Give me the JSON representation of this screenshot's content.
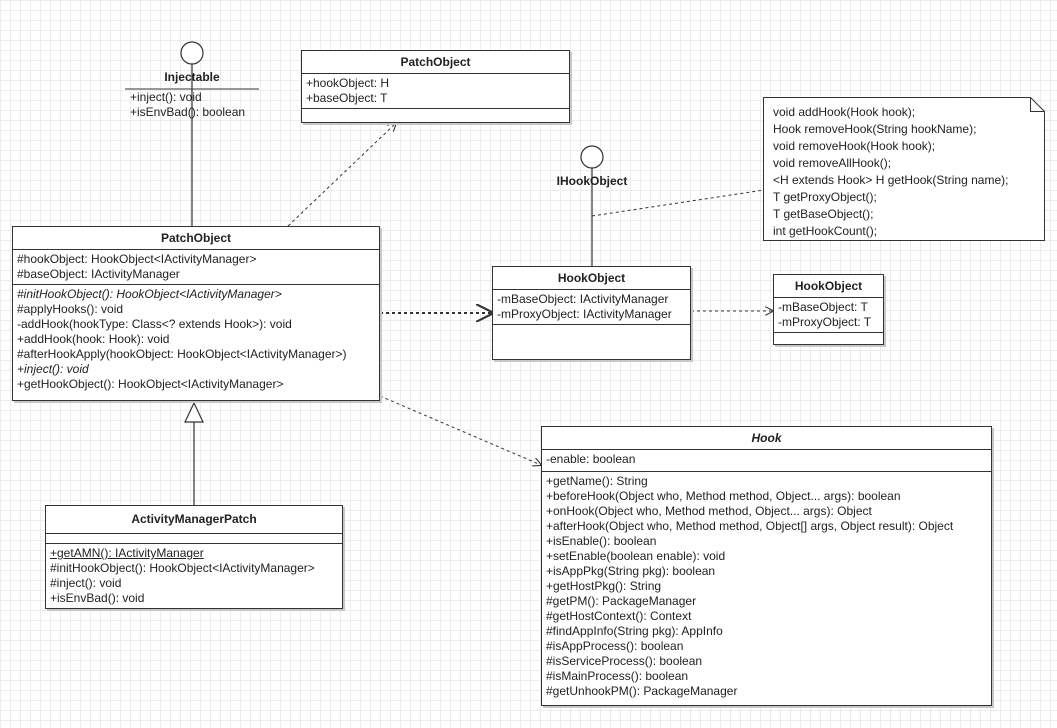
{
  "injectable": {
    "name": "Injectable",
    "methods": [
      "+inject(): void",
      "+isEnvBad(): boolean"
    ]
  },
  "patch_object_generic": {
    "name": "PatchObject",
    "attributes": [
      "+hookObject: H",
      "+baseObject: T"
    ]
  },
  "patch_object": {
    "name": "PatchObject",
    "attributes": [
      "#hookObject: HookObject<IActivityManager>",
      "#baseObject: IActivityManager"
    ],
    "methods": [
      "#initHookObject(): HookObject<IActivityManager>",
      "#applyHooks(): void",
      "-addHook(hookType: Class<? extends Hook>): void",
      "+addHook(hook: Hook): void",
      "#afterHookApply(hookObject: HookObject<IActivityManager>)",
      "+inject(): void",
      "+getHookObject(): HookObject<IActivityManager>"
    ]
  },
  "ihook_object": {
    "name": "IHookObject"
  },
  "note": {
    "lines": [
      "void addHook(Hook hook);",
      "Hook removeHook(String hookName);",
      "void removeHook(Hook hook);",
      "void removeAllHook();",
      "<H extends Hook> H getHook(String name);",
      "T getProxyObject();",
      "T getBaseObject();",
      "int getHookCount();"
    ]
  },
  "hook_object": {
    "name": "HookObject",
    "attributes": [
      "-mBaseObject: IActivityManager",
      "-mProxyObject: IActivityManager"
    ]
  },
  "hook_object_generic": {
    "name": "HookObject",
    "attributes": [
      "-mBaseObject: T",
      "-mProxyObject: T"
    ]
  },
  "activity_manager_patch": {
    "name": "ActivityManagerPatch",
    "methods": [
      "+getAMN(): IActivityManager",
      "#initHookObject(): HookObject<IActivityManager>",
      "#inject(): void",
      "+isEnvBad(): void"
    ]
  },
  "hook": {
    "name": "Hook",
    "attributes": [
      "-enable: boolean"
    ],
    "methods": [
      "+getName(): String",
      "+beforeHook(Object who, Method method, Object... args): boolean",
      "+onHook(Object who, Method method, Object... args): Object",
      "+afterHook(Object who, Method method, Object[] args, Object result): Object",
      "+isEnable(): boolean",
      "+setEnable(boolean enable): void",
      "+isAppPkg(String pkg): boolean",
      "+getHostPkg(): String",
      "#getPM(): PackageManager",
      "#getHostContext(): Context",
      "#findAppInfo(String pkg): AppInfo",
      "#isAppProcess(): boolean",
      "#isServiceProcess(): boolean",
      "#isMainProcess(): boolean",
      "#getUnhookPM(): PackageManager"
    ]
  }
}
